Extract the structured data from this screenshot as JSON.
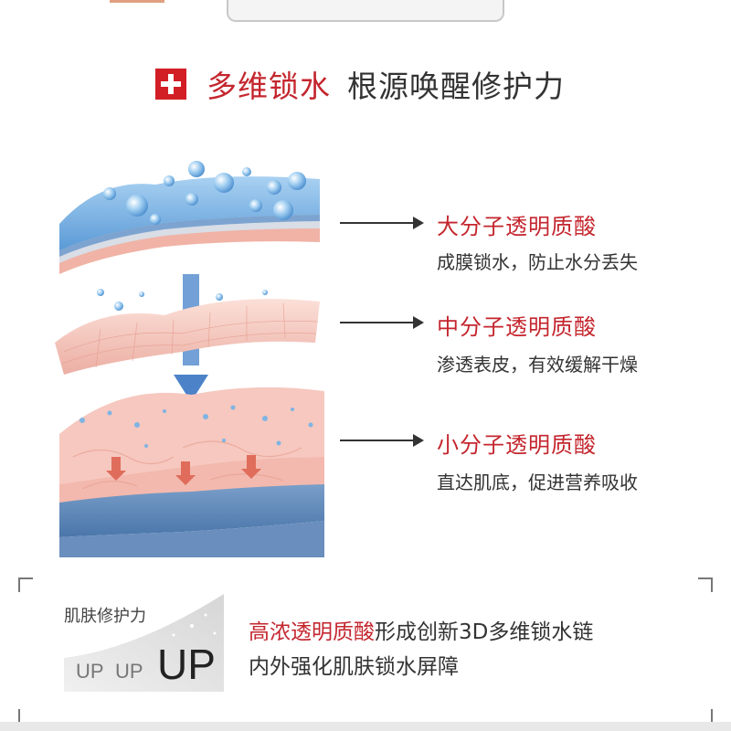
{
  "header": {
    "title_red": "多维锁水",
    "title_dark": "根源唤醒修护力"
  },
  "layers": [
    {
      "title": "大分子透明质酸",
      "desc": "成膜锁水，防止水分丢失"
    },
    {
      "title": "中分子透明质酸",
      "desc": "渗透表皮，有效缓解干燥"
    },
    {
      "title": "小分子透明质酸",
      "desc": "直达肌底，促进营养吸收"
    }
  ],
  "badge": {
    "label": "肌肤修护力",
    "up1": "UP",
    "up2": "UP",
    "up3": "UP"
  },
  "bottom": {
    "highlight": "高浓透明质酸",
    "line1_rest": "形成创新3D多维锁水链",
    "line2": "内外强化肌肤锁水屏障"
  },
  "colors": {
    "accent": "#c4262e",
    "cross_bg": "#d21f26",
    "water_blue": "#5a9ad6",
    "skin_pink": "#f3c2b8"
  },
  "icons": [
    "medical-cross-icon",
    "arrow-right-icon"
  ]
}
